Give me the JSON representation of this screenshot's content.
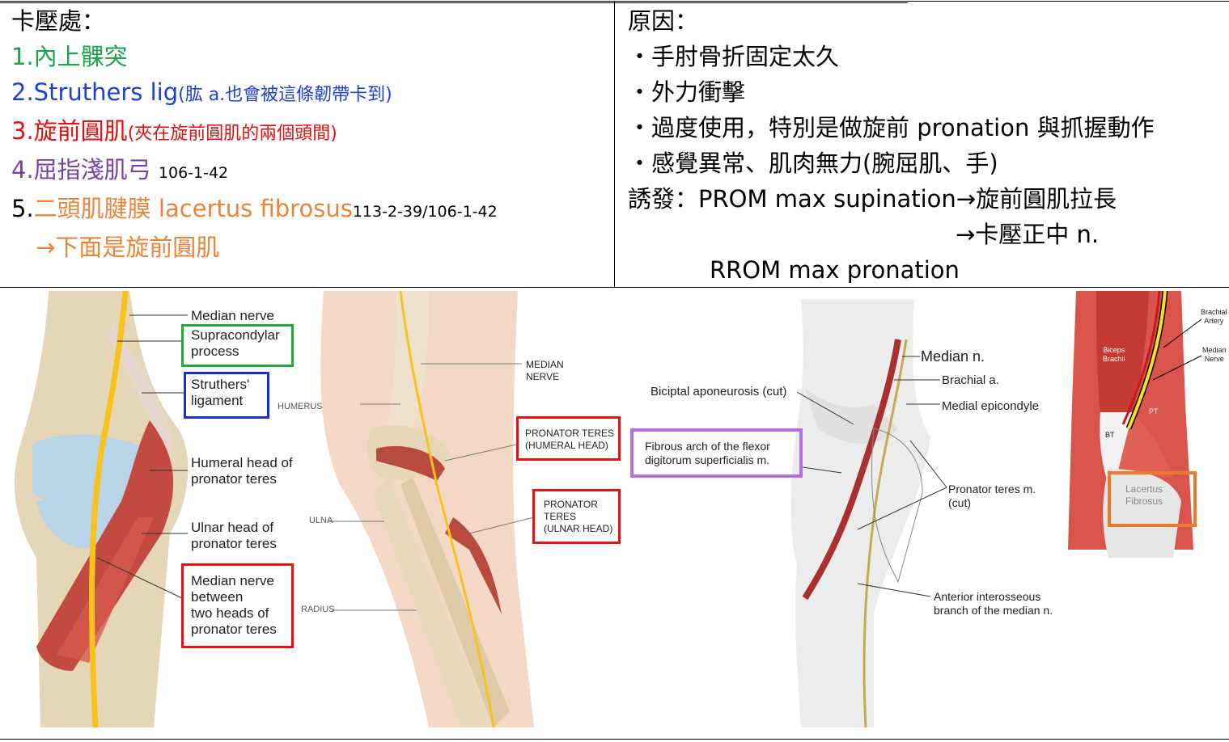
{
  "left_cell": {
    "heading": "卡壓處：",
    "item1": "1.內上髁突",
    "item2_num": "2.",
    "item2_main": "Struthers lig",
    "item2_note": "(肱 a.也會被這條韌帶卡到)",
    "item3_num": "3.",
    "item3_main": "旋前圓肌",
    "item3_note": "(夾在旋前圓肌的兩個頭間)",
    "item4_num": "4.",
    "item4_main": "屈指淺肌弓",
    "item4_ref": "106-1-42",
    "item5_num": "5.",
    "item5_main": "二頭肌腱膜 lacertus fibrosus",
    "item5_ref": "113-2-39/106-1-42",
    "item5_sub": "→下面是旋前圓肌"
  },
  "right_cell": {
    "heading": "原因：",
    "bullets": [
      "・手肘骨折固定太久",
      "・外力衝擊",
      "・過度使用，特別是做旋前 pronation 與抓握動作",
      "・感覺異常、肌肉無力(腕屈肌、手)"
    ],
    "trigger_label": "誘發：",
    "trigger_line1": "PROM max supination→旋前圓肌拉長",
    "trigger_line2": "→卡壓正中 n.",
    "trigger_line3": "RROM max pronation"
  },
  "fig1": {
    "median_nerve": "Median nerve",
    "supracondylar": "Supracondylar\nprocess",
    "struthers": "Struthers'\nligament",
    "humeral_head": "Humeral head of\npronator teres",
    "ulnar_head": "Ulnar head of\npronator teres",
    "between": "Median nerve\nbetween\ntwo heads of\npronator teres"
  },
  "fig2": {
    "median": "MEDIAN\nNERVE",
    "humerus": "HUMERUS",
    "ulna": "ULNA",
    "radius": "RADIUS",
    "pt_humeral": "PRONATOR TERES\n(HUMERAL HEAD)",
    "pt_ulnar": "PRONATOR\nTERES\n(ULNAR HEAD)"
  },
  "fig3": {
    "median_n": "Median n.",
    "brachial_a": "Brachial a.",
    "medial_epi": "Medial epicondyle",
    "bicipital": "Biciptal aponeurosis (cut)",
    "fibrous_arch": "Fibrous arch of the flexor\ndigitorum superficialis m.",
    "pronator_cut": "Pronator teres m.\n(cut)",
    "anterior_inter": "Anterior interosseous\nbranch of the median n."
  },
  "fig4": {
    "brachial_artery": "Brachial\nArtery",
    "median_nerve": "Median\nNerve",
    "biceps": "Biceps\nBrachii",
    "pt": "PT",
    "bt": "BT",
    "lacertus": "Lacertus\nFibrosus"
  },
  "colors": {
    "nerve": "#f6c21c",
    "muscle": "#c9463c",
    "green_box": "#1faa3a",
    "blue_box": "#1a2fd0",
    "red_box": "#e81010",
    "purple_box": "#b86ee0",
    "orange_box": "#ea7b2d"
  }
}
